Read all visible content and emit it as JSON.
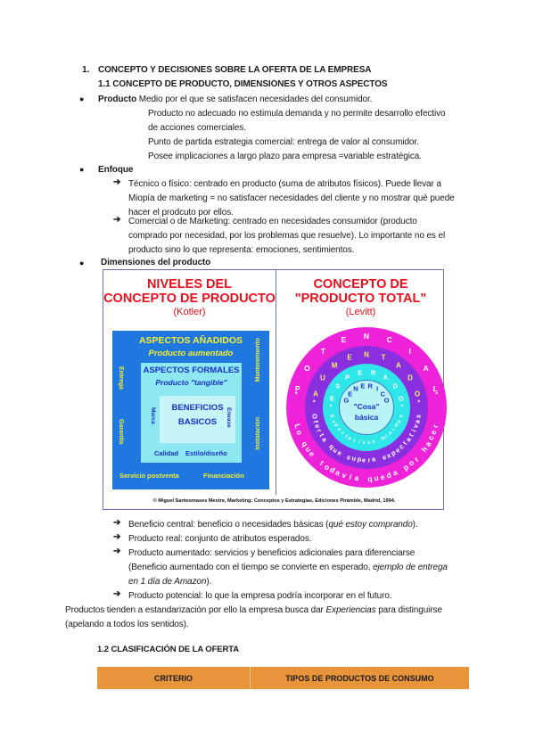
{
  "heading": {
    "number": "1.",
    "title": "CONCEPTO Y DECISIONES SOBRE LA OFERTA DE LA EMPRESA",
    "subtitle": "1.1 CONCEPTO DE PRODUCTO, DIMENSIONES Y OTROS ASPECTOS"
  },
  "producto": {
    "label": "Producto",
    "text": "Medio por el que se satisfacen necesidades del consumidor.",
    "lines": [
      "Producto no adecuado no estimula demanda y no permite desarrollo efectivo",
      "de acciones comerciales.",
      "Punto de partida estrategia comercial: entrega de valor al consumidor.",
      "Posee implicaciones a largo plazo para empresa =variable estratégica."
    ]
  },
  "enfoque": {
    "label": "Enfoque",
    "items": [
      {
        "lines": [
          "Técnico o físico: centrado en producto (suma de atributos físicos). Puede llevar a",
          "Miopía de marketing = no satisfacer necesidades del cliente y no mostrar qué puede",
          "hacer el prodcuto por ellos."
        ]
      },
      {
        "lines": [
          "Comercial o de Marketing: centrado en necesidades consumidor (producto",
          "comprado por necesidad, por los problemas que resuelve). Lo importante no es el",
          "producto sino lo que representa: emociones, sentimientos."
        ]
      }
    ]
  },
  "dimensiones": {
    "label": "Dimensiones del producto"
  },
  "figure": {
    "left": {
      "title1": "NIVELES DEL",
      "title2": "CONCEPTO DE PRODUCTO",
      "author": "(Kotler)",
      "outer_title": "ASPECTOS AÑADIDOS",
      "outer_sub": "Producto aumentado",
      "outer_left_top": "Entrega",
      "outer_left_bottom": "Garantía",
      "outer_right_top": "Mantenimiento",
      "outer_right_bottom": "Instalación",
      "outer_bottom_left": "Servicio postventa",
      "outer_bottom_right": "Financiación",
      "mid_title": "ASPECTOS FORMALES",
      "mid_sub": "Producto \"tangible\"",
      "mid_left": "Marca",
      "mid_right": "Envase",
      "mid_bottom_left": "Calidad",
      "mid_bottom_right": "Estilo/diseño",
      "inner1": "BENEFICIOS",
      "inner2": "BASICOS",
      "colors": {
        "outer": "#1f78e0",
        "mid": "#8ee8f2",
        "inner": "#c7f4f6",
        "title": "#e8101c"
      }
    },
    "right": {
      "title1": "CONCEPTO DE",
      "title2": "\"PRODUCTO TOTAL\"",
      "author": "(Levitt)",
      "ring_potencial": "POTENCIAL",
      "ring_aumentado": "AUMENTADO",
      "ring_esperado": "ESPERADO",
      "ring_generico": "GENERICO",
      "core1": "\"Cosa\"",
      "core2": "básica",
      "arc_potencial": "Lo que todavía queda por hacer",
      "arc_aumentado": "Oferta que supera expectativas",
      "arc_esperado": "Expectativas mínimas",
      "colors": {
        "potencial": "#ee22d8",
        "aumentado": "#8a2fe0",
        "esperado": "#2fe6e8",
        "generico": "#b8f4f6"
      }
    },
    "caption": "© Miguel Santesmases Mestre, Marketing: Conceptos y Estrategias, Ediciones Pirámide, Madrid, 1994."
  },
  "niveles": [
    {
      "text": "Beneficio central: beneficio o necesidades básicas (",
      "italic": "qué estoy comprando",
      "after": ")."
    },
    {
      "text": "Producto real: conjunto de atributos esperados."
    },
    {
      "text": "Producto aumentado: servicios y beneficios adicionales para diferenciarse",
      "line2": "(Beneficio aumentado con el tiempo se convierte en esperado, ",
      "italic2": "ejemplo de entrega",
      "line3_italic": "en 1 día de Amazon",
      "line3_after": ")."
    },
    {
      "text": "Producto potencial: lo que la empresa podría incorporar en el futuro."
    }
  ],
  "paragraph": {
    "before": "Productos tienden a estandarización por ello la empresa busca dar ",
    "italic": "Experiencias",
    "after": " para distinguirse",
    "line2": "(apelando a todos los sentidos)."
  },
  "section2": {
    "title": "1.2 CLASIFICACIÓN DE LA OFERTA"
  },
  "table": {
    "headers": [
      "CRITERIO",
      "TIPOS DE PRODUCTOS DE CONSUMO"
    ],
    "header_color": "#e8943a"
  },
  "symbols": {
    "bullet": "●",
    "arrow": "➔"
  }
}
